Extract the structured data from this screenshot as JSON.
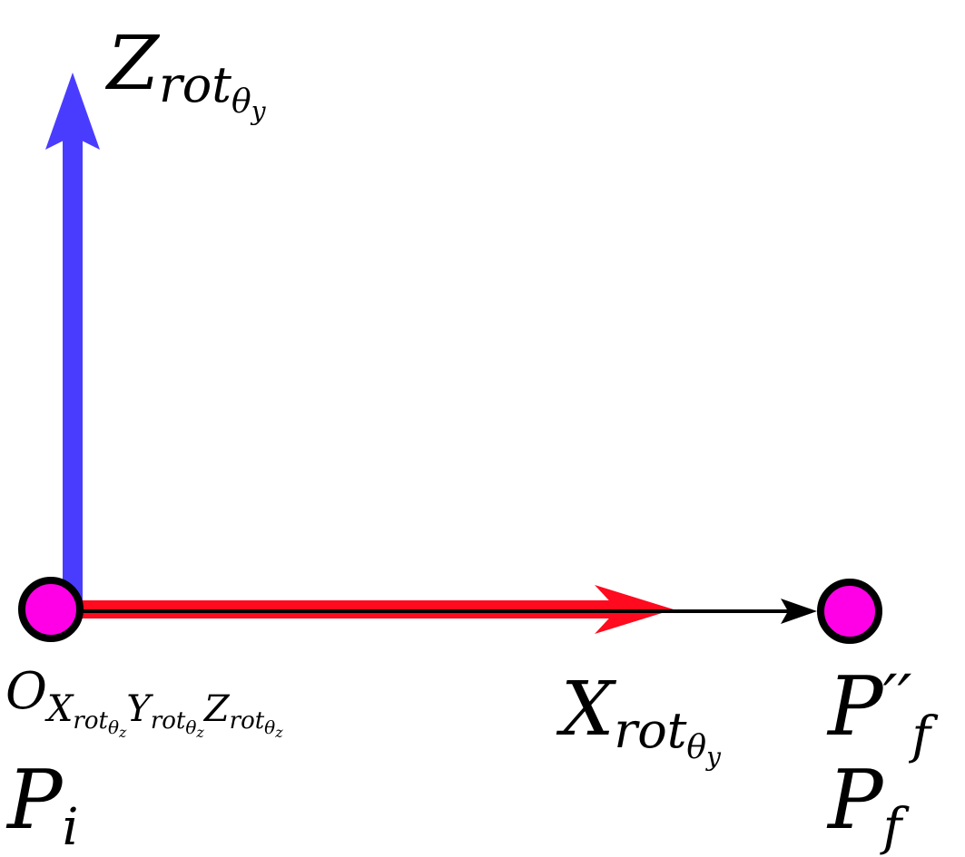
{
  "colors": {
    "z_axis": "#4a3cff",
    "x_axis": "#ff0a1e",
    "trajectory": "#000000",
    "point_fill": "#ff00e6",
    "point_stroke": "#000000"
  },
  "labels": {
    "z_axis": {
      "main": "Z",
      "sub": "rot",
      "subsub": "θ",
      "subsubsub": "y"
    },
    "x_axis": {
      "main": "X",
      "sub": "rot",
      "subsub": "θ",
      "subsubsub": "y"
    },
    "origin": {
      "main": "O",
      "terms": [
        {
          "main": "X",
          "sub": "rot",
          "subsub": "θ",
          "subsubsub": "z"
        },
        {
          "main": "Y",
          "sub": "rot",
          "subsub": "θ",
          "subsubsub": "z"
        },
        {
          "main": "Z",
          "sub": "rot",
          "subsub": "θ",
          "subsubsub": "z"
        }
      ]
    },
    "p_double_prime_f": {
      "main": "P",
      "prime": "′′",
      "sub": "f"
    },
    "p_i": {
      "main": "P",
      "sub": "i"
    },
    "p_f": {
      "main": "P",
      "sub": "f"
    }
  }
}
